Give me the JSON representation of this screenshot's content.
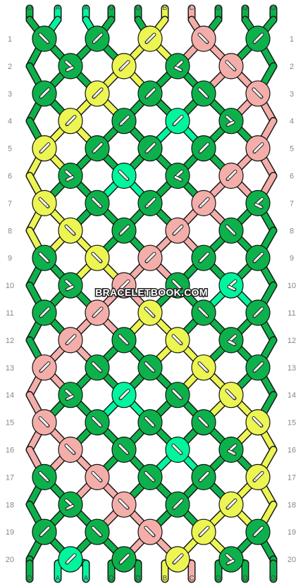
{
  "watermark": "BRACELETBOOK.COM",
  "colors": {
    "D": "#0db14b",
    "A": "#00f59c",
    "B": "#ecf552",
    "C": "#f4aeaa"
  },
  "strands_top": [
    "D",
    "A",
    "A",
    "D",
    "D",
    "B",
    "C",
    "D",
    "D",
    "D"
  ],
  "strands_bottom": [
    "D",
    "A",
    "A",
    "D",
    "D",
    "B",
    "C",
    "D",
    "D",
    "D"
  ],
  "row_numbers": [
    "1",
    "2",
    "3",
    "4",
    "5",
    "6",
    "7",
    "8",
    "9",
    "10",
    "11",
    "12",
    "13",
    "14",
    "15",
    "16",
    "17",
    "18",
    "19",
    "20"
  ],
  "knot_rows": [
    [
      {
        "c": "D",
        "d": "f"
      },
      {
        "c": "D",
        "d": "b"
      },
      {
        "c": "B",
        "d": "b"
      },
      {
        "c": "C",
        "d": "f"
      },
      {
        "c": "D",
        "d": "b"
      }
    ],
    [
      {
        "c": "D",
        "d": "fb"
      },
      {
        "c": "B",
        "d": "b"
      },
      {
        "c": "D",
        "d": "bf"
      },
      {
        "c": "C",
        "d": "f"
      }
    ],
    [
      {
        "c": "D",
        "d": "b"
      },
      {
        "c": "B",
        "d": "b"
      },
      {
        "c": "D",
        "d": "b"
      },
      {
        "c": "D",
        "d": "f"
      },
      {
        "c": "C",
        "d": "f"
      }
    ],
    [
      {
        "c": "B",
        "d": "b"
      },
      {
        "c": "D",
        "d": "b"
      },
      {
        "c": "A",
        "d": "b"
      },
      {
        "c": "D",
        "d": "fb"
      }
    ],
    [
      {
        "c": "B",
        "d": "b"
      },
      {
        "c": "D",
        "d": "b"
      },
      {
        "c": "D",
        "d": "b"
      },
      {
        "c": "D",
        "d": "b"
      },
      {
        "c": "C",
        "d": "b"
      }
    ],
    [
      {
        "c": "D",
        "d": "fb"
      },
      {
        "c": "A",
        "d": "f"
      },
      {
        "c": "D",
        "d": "bf"
      },
      {
        "c": "C",
        "d": "b"
      }
    ],
    [
      {
        "c": "B",
        "d": "f"
      },
      {
        "c": "D",
        "d": "f"
      },
      {
        "c": "D",
        "d": "b"
      },
      {
        "c": "C",
        "d": "b"
      },
      {
        "c": "D",
        "d": "bf"
      }
    ],
    [
      {
        "c": "B",
        "d": "f"
      },
      {
        "c": "D",
        "d": "b"
      },
      {
        "c": "C",
        "d": "b"
      },
      {
        "c": "D",
        "d": "f"
      }
    ],
    [
      {
        "c": "D",
        "d": "f"
      },
      {
        "c": "B",
        "d": "f"
      },
      {
        "c": "C",
        "d": "b"
      },
      {
        "c": "D",
        "d": "b"
      },
      {
        "c": "D",
        "d": "b"
      }
    ],
    [
      {
        "c": "D",
        "d": "fb"
      },
      {
        "c": "C",
        "d": "b"
      },
      {
        "c": "D",
        "d": "f"
      },
      {
        "c": "A",
        "d": "bf"
      }
    ],
    [
      {
        "c": "D",
        "d": "b"
      },
      {
        "c": "C",
        "d": "b"
      },
      {
        "c": "B",
        "d": "f"
      },
      {
        "c": "D",
        "d": "f"
      },
      {
        "c": "D",
        "d": "b"
      }
    ],
    [
      {
        "c": "C",
        "d": "b"
      },
      {
        "c": "D",
        "d": "f"
      },
      {
        "c": "B",
        "d": "f"
      },
      {
        "c": "D",
        "d": "bf"
      }
    ],
    [
      {
        "c": "C",
        "d": "b"
      },
      {
        "c": "D",
        "d": "f"
      },
      {
        "c": "D",
        "d": "f"
      },
      {
        "c": "B",
        "d": "f"
      },
      {
        "c": "D",
        "d": "b"
      }
    ],
    [
      {
        "c": "D",
        "d": "fb"
      },
      {
        "c": "A",
        "d": "b"
      },
      {
        "c": "D",
        "d": "f"
      },
      {
        "c": "B",
        "d": "f"
      }
    ],
    [
      {
        "c": "C",
        "d": "f"
      },
      {
        "c": "D",
        "d": "f"
      },
      {
        "c": "D",
        "d": "f"
      },
      {
        "c": "D",
        "d": "f"
      },
      {
        "c": "B",
        "d": "f"
      }
    ],
    [
      {
        "c": "C",
        "d": "f"
      },
      {
        "c": "D",
        "d": "f"
      },
      {
        "c": "A",
        "d": "f"
      },
      {
        "c": "D",
        "d": "bf"
      }
    ],
    [
      {
        "c": "D",
        "d": "f"
      },
      {
        "c": "C",
        "d": "f"
      },
      {
        "c": "D",
        "d": "f"
      },
      {
        "c": "D",
        "d": "b"
      },
      {
        "c": "B",
        "d": "b"
      }
    ],
    [
      {
        "c": "D",
        "d": "fb"
      },
      {
        "c": "C",
        "d": "f"
      },
      {
        "c": "D",
        "d": "b"
      },
      {
        "c": "B",
        "d": "b"
      }
    ],
    [
      {
        "c": "D",
        "d": "b"
      },
      {
        "c": "D",
        "d": "f"
      },
      {
        "c": "C",
        "d": "f"
      },
      {
        "c": "B",
        "d": "b"
      },
      {
        "c": "D",
        "d": "b"
      }
    ],
    [
      {
        "c": "A",
        "d": "b"
      },
      {
        "c": "D",
        "d": "b"
      },
      {
        "c": "B",
        "d": "b"
      },
      {
        "c": "D",
        "d": "fb"
      }
    ]
  ]
}
